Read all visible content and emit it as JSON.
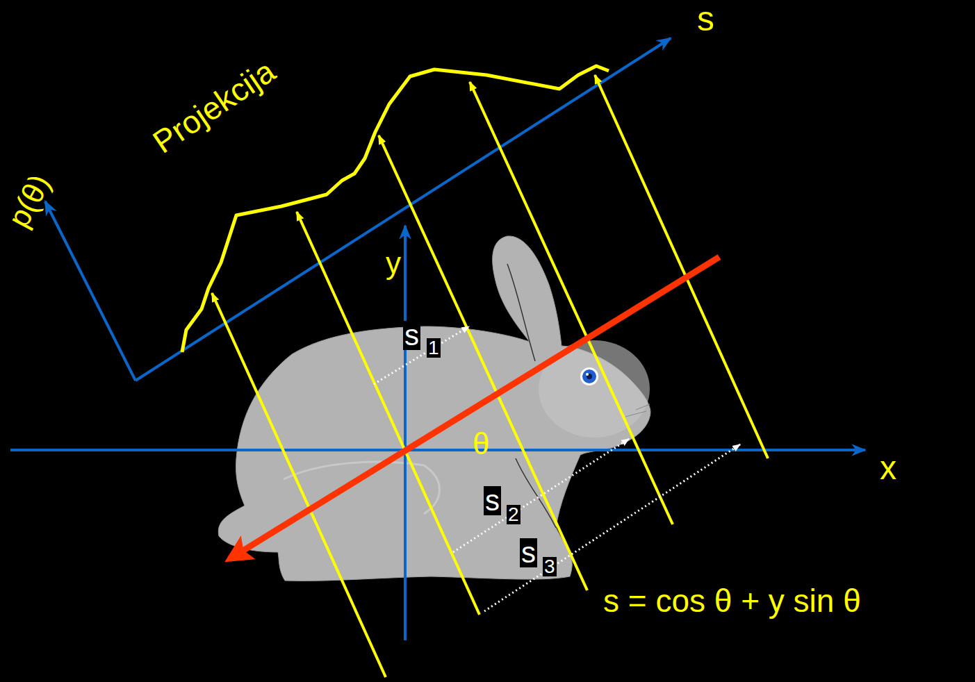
{
  "diagram": {
    "labels": [
      "s",
      "Projekcija",
      "p(θ)",
      "y",
      "x",
      "θ",
      "s",
      "1",
      "s",
      "2",
      "s",
      "3",
      "s =  cos θ + y sin θ"
    ]
  }
}
